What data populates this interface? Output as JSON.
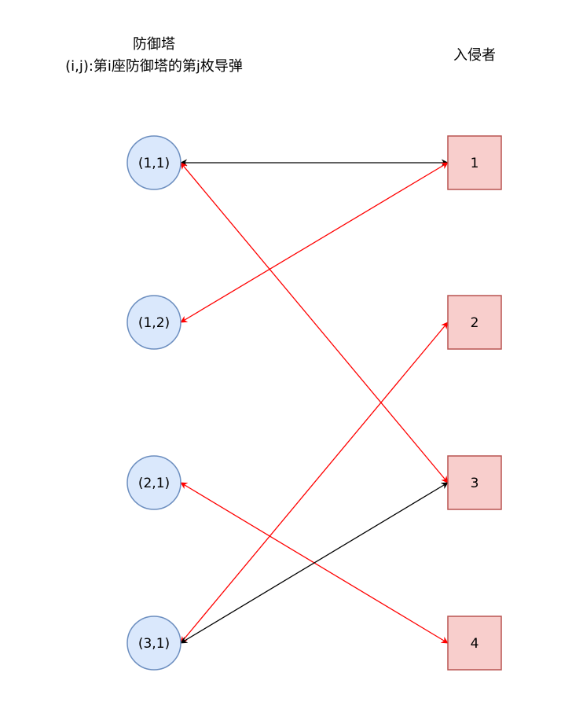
{
  "headers": {
    "towers_title": "防御塔",
    "towers_subtitle": "(i,j):第i座防御塔的第j枚导弹",
    "invaders_title": "入侵者"
  },
  "towers": [
    {
      "id": "t11",
      "label": "(1,1)"
    },
    {
      "id": "t12",
      "label": "(1,2)"
    },
    {
      "id": "t21",
      "label": "(2,1)"
    },
    {
      "id": "t31",
      "label": "(3,1)"
    }
  ],
  "invaders": [
    {
      "id": "i1",
      "label": "1"
    },
    {
      "id": "i2",
      "label": "2"
    },
    {
      "id": "i3",
      "label": "3"
    },
    {
      "id": "i4",
      "label": "4"
    }
  ],
  "edges": [
    {
      "from": "t11",
      "to": "i1",
      "color": "black"
    },
    {
      "from": "t11",
      "to": "i3",
      "color": "red"
    },
    {
      "from": "t12",
      "to": "i1",
      "color": "red"
    },
    {
      "from": "t21",
      "to": "i4",
      "color": "red"
    },
    {
      "from": "t31",
      "to": "i2",
      "color": "red"
    },
    {
      "from": "t31",
      "to": "i3",
      "color": "black"
    }
  ],
  "colors": {
    "tower_fill": "#dae8fc",
    "tower_stroke": "#6c8ebf",
    "invader_fill": "#f8cecc",
    "invader_stroke": "#b85450",
    "edge_red": "#ff0000",
    "edge_black": "#000000"
  }
}
